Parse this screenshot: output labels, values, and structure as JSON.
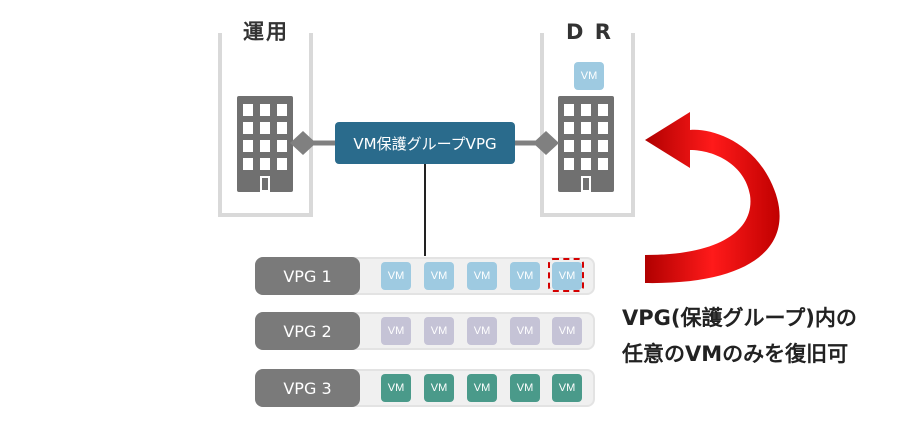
{
  "sites": {
    "primary": {
      "title": "運用"
    },
    "dr": {
      "title": "D R",
      "vm_label": "VM"
    }
  },
  "vpg_box": {
    "label": "VM保護グループVPG"
  },
  "vpg_rows": [
    {
      "label": "VPG 1",
      "vm_color": "#9ecae1",
      "vms": [
        "VM",
        "VM",
        "VM",
        "VM",
        "VM"
      ],
      "highlighted_index": 4
    },
    {
      "label": "VPG 2",
      "vm_color": "#c5c3d6",
      "vms": [
        "VM",
        "VM",
        "VM",
        "VM",
        "VM"
      ]
    },
    {
      "label": "VPG 3",
      "vm_color": "#4a9a8a",
      "vms": [
        "VM",
        "VM",
        "VM",
        "VM",
        "VM"
      ]
    }
  ],
  "caption": {
    "line1": "VPG(保護グループ)内の",
    "line2": "任意のVMのみを復旧可"
  },
  "colors": {
    "frame": "#d9d9d9",
    "building": "#707070",
    "vpg_box": "#2a6b8c",
    "connector": "#808080",
    "arrow": "#e00000",
    "highlight": "#d40000"
  }
}
